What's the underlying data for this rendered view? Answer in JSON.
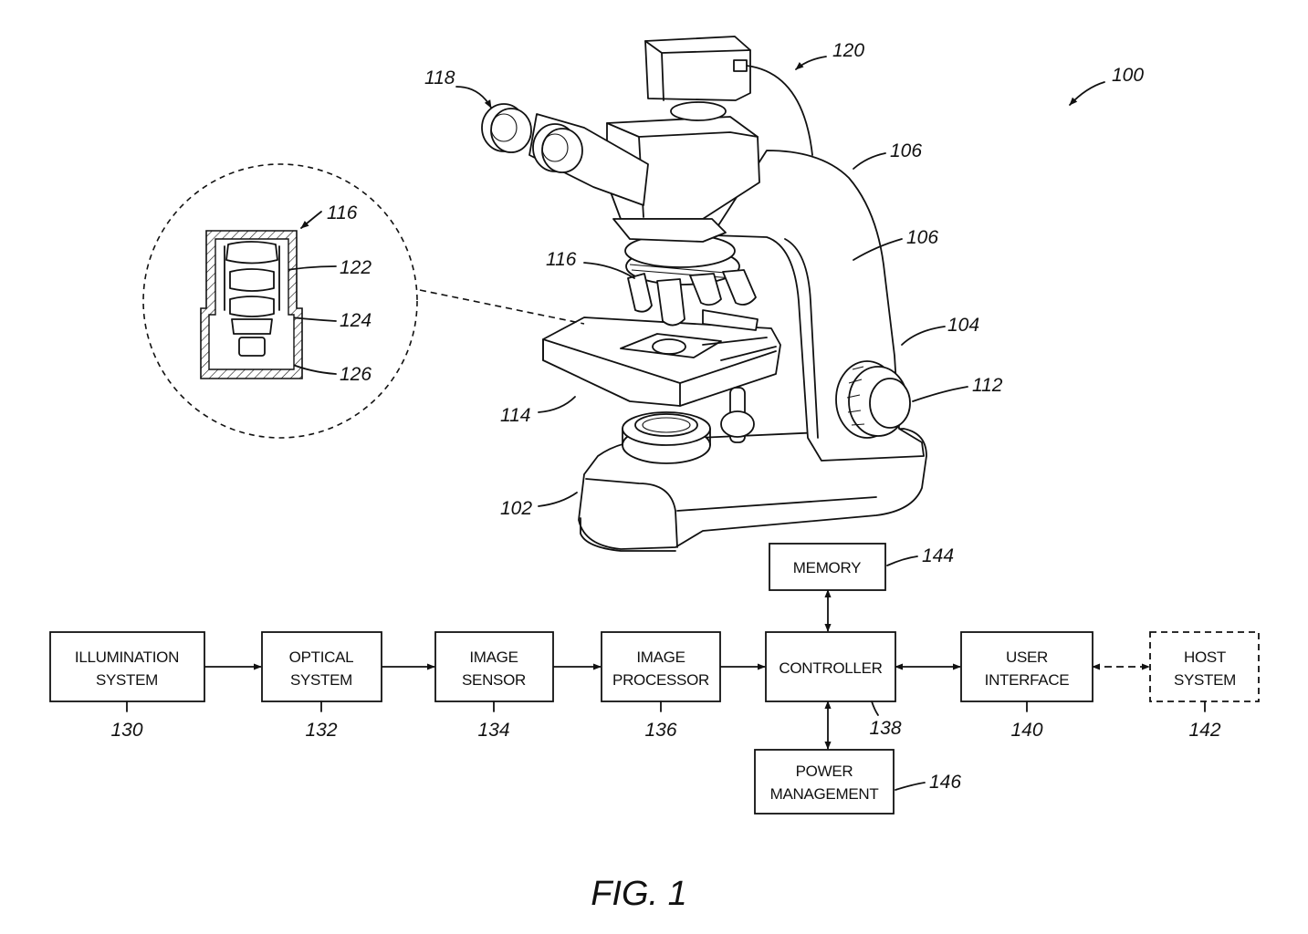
{
  "figure": {
    "caption": "FIG. 1"
  },
  "references": {
    "r100": "100",
    "r102": "102",
    "r104": "104",
    "r106a": "106",
    "r106b": "106",
    "r112": "112",
    "r114": "114",
    "r116a": "116",
    "r116b": "116",
    "r118": "118",
    "r120": "120",
    "r122": "122",
    "r124": "124",
    "r126": "126"
  },
  "blocks": {
    "illumination": {
      "line1": "ILLUMINATION",
      "line2": "SYSTEM",
      "ref": "130"
    },
    "optical": {
      "line1": "OPTICAL",
      "line2": "SYSTEM",
      "ref": "132"
    },
    "sensor": {
      "line1": "IMAGE",
      "line2": "SENSOR",
      "ref": "134"
    },
    "processor": {
      "line1": "IMAGE",
      "line2": "PROCESSOR",
      "ref": "136"
    },
    "controller": {
      "line1": "CONTROLLER",
      "ref": "138"
    },
    "ui": {
      "line1": "USER",
      "line2": "INTERFACE",
      "ref": "140"
    },
    "host": {
      "line1": "HOST",
      "line2": "SYSTEM",
      "ref": "142"
    },
    "memory": {
      "line1": "MEMORY",
      "ref": "144"
    },
    "power": {
      "line1": "POWER",
      "line2": "MANAGEMENT",
      "ref": "146"
    }
  },
  "colors": {
    "ink": "#111111",
    "paper": "#ffffff"
  }
}
